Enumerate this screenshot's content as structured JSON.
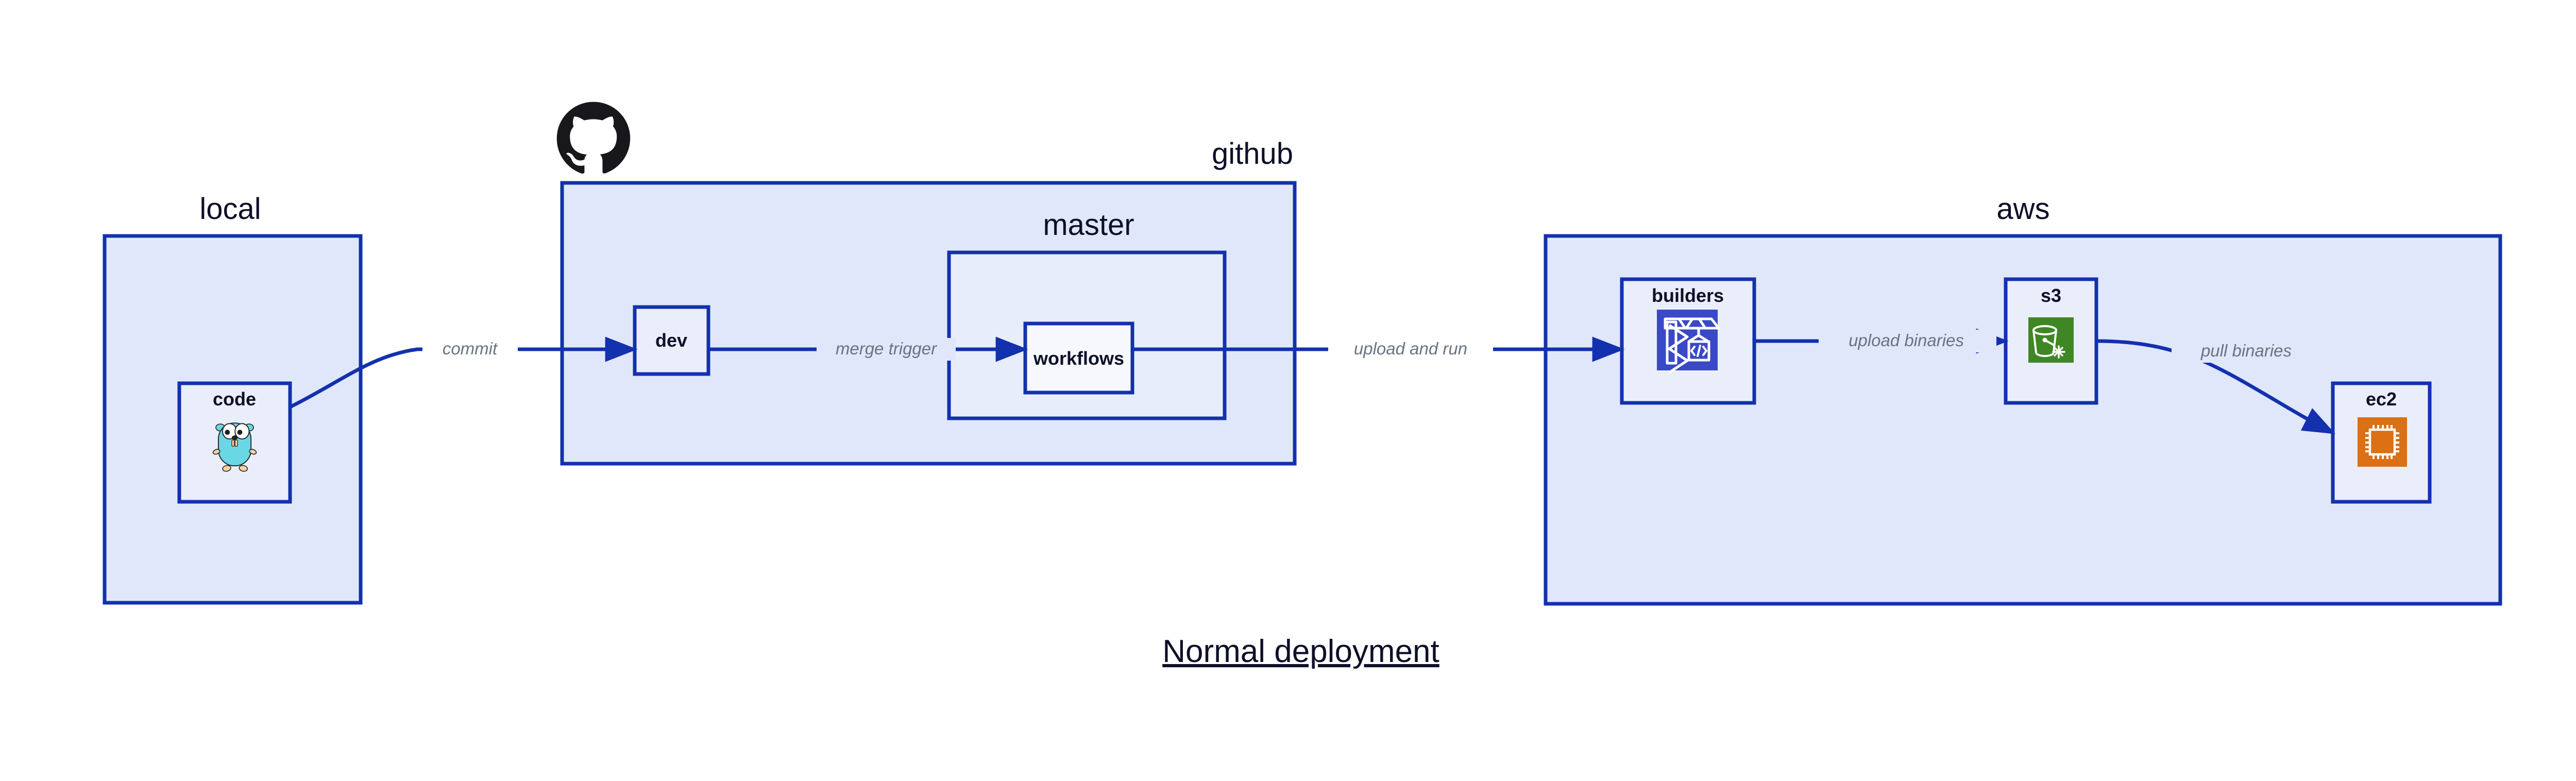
{
  "diagram": {
    "title": "Normal deployment",
    "background": "#ffffff",
    "accent_color": "#1331ae",
    "container_fill": "#e1e7fb",
    "node_fill": "#eaeefb",
    "label_color": "#0d1028",
    "edge_label_color": "#6b7280",
    "groups": [
      {
        "id": "local",
        "label": "local"
      },
      {
        "id": "github",
        "label": "github"
      },
      {
        "id": "master",
        "label": "master"
      },
      {
        "id": "aws",
        "label": "aws"
      }
    ],
    "nodes": [
      {
        "id": "code",
        "label": "code",
        "icon": "go-gopher-icon",
        "group": "local"
      },
      {
        "id": "dev",
        "label": "dev",
        "icon": null,
        "group": "github"
      },
      {
        "id": "workflows",
        "label": "workflows",
        "icon": null,
        "group": "master"
      },
      {
        "id": "builders",
        "label": "builders",
        "icon": "aws-codebuild-icon",
        "icon_color": "#3a49c6",
        "group": "aws"
      },
      {
        "id": "s3",
        "label": "s3",
        "icon": "aws-s3-bucket-icon",
        "icon_color": "#3f8624",
        "group": "aws"
      },
      {
        "id": "ec2",
        "label": "ec2",
        "icon": "aws-ec2-chip-icon",
        "icon_color": "#db7014",
        "group": "aws"
      }
    ],
    "edges": [
      {
        "id": "e1",
        "from": "code",
        "to": "dev",
        "label": "commit"
      },
      {
        "id": "e2",
        "from": "dev",
        "to": "workflows",
        "label": "merge trigger"
      },
      {
        "id": "e3",
        "from": "workflows",
        "to": "builders",
        "label": "upload and run"
      },
      {
        "id": "e4",
        "from": "builders",
        "to": "s3",
        "label": "upload binaries"
      },
      {
        "id": "e5",
        "from": "s3",
        "to": "ec2",
        "label": "pull binaries"
      }
    ],
    "logos": [
      {
        "id": "github-logo",
        "name": "github-octocat-icon",
        "color": "#18171b"
      }
    ]
  }
}
